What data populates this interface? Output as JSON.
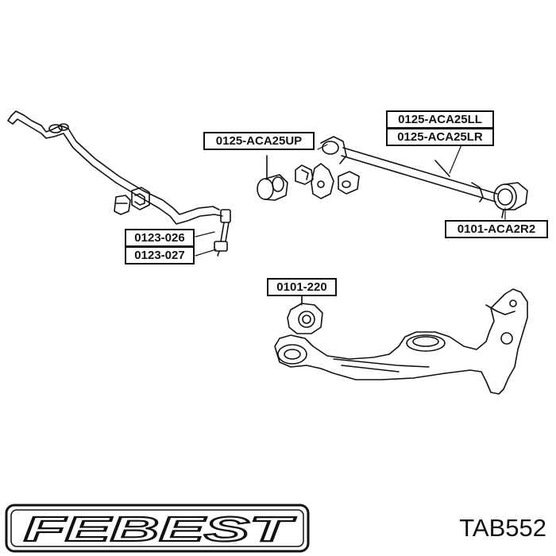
{
  "diagram": {
    "part_labels": [
      "0125-ACA25LL",
      "0125-ACA25LR",
      "0125-ACA25UP",
      "0101-ACA2R2",
      "0123-026",
      "0123-027",
      "0101-220"
    ]
  },
  "footer": {
    "brand": "FEBEST",
    "part_code": "TAB552"
  },
  "colors": {
    "line": "#111111",
    "background": "#ffffff"
  }
}
